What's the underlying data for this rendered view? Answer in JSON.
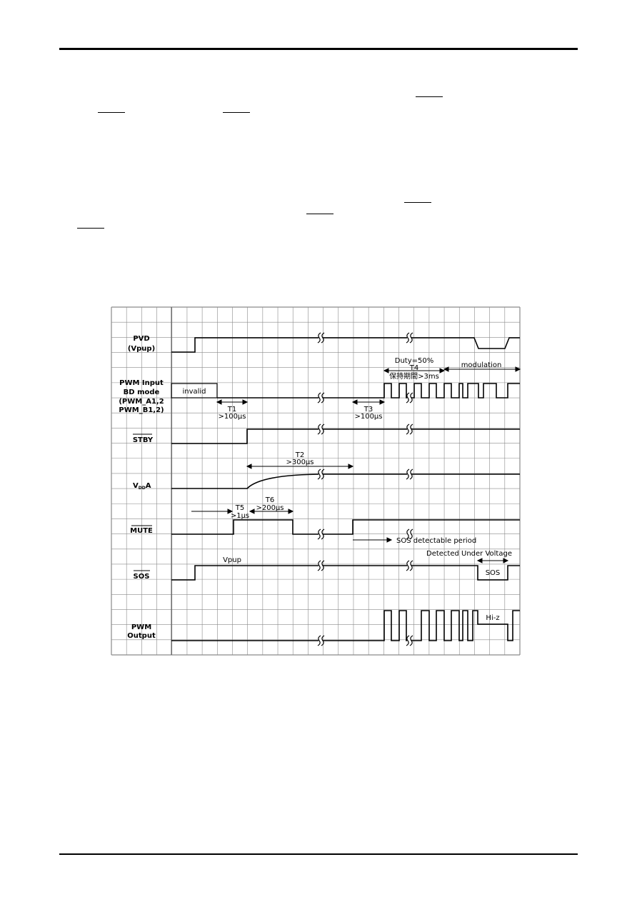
{
  "signals": {
    "pvd_1": "PVD",
    "pvd_2": "(Vpup)",
    "pwm_in_1": "PWM Input",
    "pwm_in_2": "BD mode",
    "pwm_in_3": "(PWM_A1,2",
    "pwm_in_4": "PWM_B1,2)",
    "stby": "STBY",
    "vdda_main": "V",
    "vdda_sub": "DD",
    "vdda_tail": "A",
    "mute": "MUTE",
    "sos": "SOS",
    "pwm_out_1": "PWM",
    "pwm_out_2": "Output"
  },
  "annotations": {
    "invalid": "invalid",
    "t1": "T1",
    "t1_val": ">100μs",
    "t2": "T2",
    "t2_val": ">300μs",
    "t3": "T3",
    "t3_val": ">100μs",
    "duty": "Duty=50%",
    "t4": "T4",
    "t4_val": "保持期間>3ms",
    "modulation": "modulation",
    "t5": "T5",
    "t5_val": ">1μs",
    "t6": "T6",
    "t6_val": ">200μs",
    "sos_period": "SOS detectable period",
    "under_voltage": "Detected Under Voltage",
    "vpup": "Vpup",
    "sos_box": "SOS",
    "hiz": "Hi-z"
  }
}
